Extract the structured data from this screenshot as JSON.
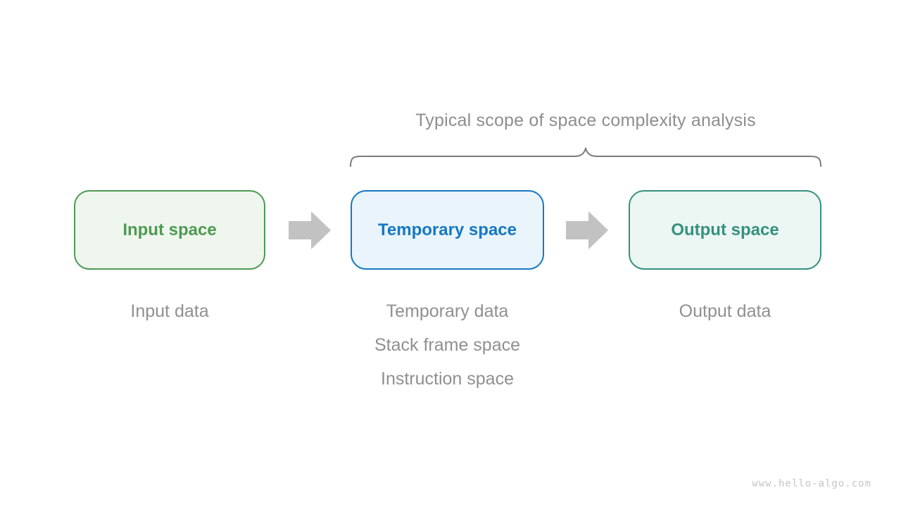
{
  "page": {
    "background": "#ffffff",
    "watermark": "www.hello-algo.com",
    "watermark_color": "#c6c6c6"
  },
  "annotation": {
    "title": "Typical scope of space complexity analysis",
    "title_color": "#8e8e8e",
    "brace_color": "#7b7b7b"
  },
  "arrow": {
    "color": "#c2c2c2"
  },
  "note_color": "#909090",
  "boxes": [
    {
      "label": "Input space",
      "border_color": "#4e9a52",
      "fill_color": "#eef6ee",
      "text_color": "#4e9a52"
    },
    {
      "label": "Temporary space",
      "border_color": "#1778c2",
      "fill_color": "#e9f4fd",
      "text_color": "#1778c2"
    },
    {
      "label": "Output space",
      "border_color": "#35917f",
      "fill_color": "#ecf6f3",
      "text_color": "#35917f"
    }
  ],
  "notes": {
    "input": [
      "Input data"
    ],
    "temporary": [
      "Temporary data",
      "Stack frame space",
      "Instruction space"
    ],
    "output": [
      "Output data"
    ]
  }
}
